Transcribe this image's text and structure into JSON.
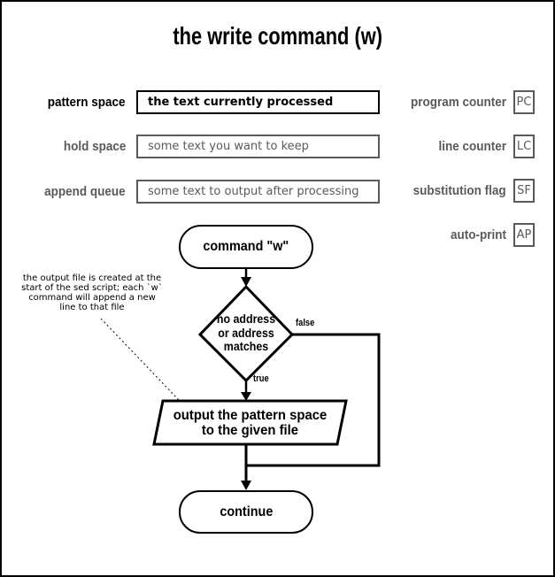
{
  "title": "the write command (w)",
  "colors": {
    "ink": "#000000",
    "muted": "#5a5a5a",
    "background": "#ffffff"
  },
  "registers_left": [
    {
      "label": "pattern space",
      "value": "the text currently processed"
    },
    {
      "label": "hold space",
      "value": "some text you want to keep"
    },
    {
      "label": "append queue",
      "value": "some text to output after processing"
    }
  ],
  "registers_right": [
    {
      "label": "program counter",
      "abbr": "PC"
    },
    {
      "label": "line counter",
      "abbr": "LC"
    },
    {
      "label": "substitution flag",
      "abbr": "SF"
    },
    {
      "label": "auto-print",
      "abbr": "AP"
    }
  ],
  "flowchart": {
    "start_label": "command \"w\"",
    "decision": {
      "line1": "no address",
      "line2": "or address",
      "line3": "matches"
    },
    "branch_false_label": "false",
    "branch_true_label": "true",
    "process": {
      "line1": "output the pattern space",
      "line2": "to the given file"
    },
    "end_label": "continue"
  },
  "annotation": {
    "line1": "the output file is created at the",
    "line2": "start of the sed script; each `w`",
    "line3": "command will append a new",
    "line4": "line to that file"
  }
}
